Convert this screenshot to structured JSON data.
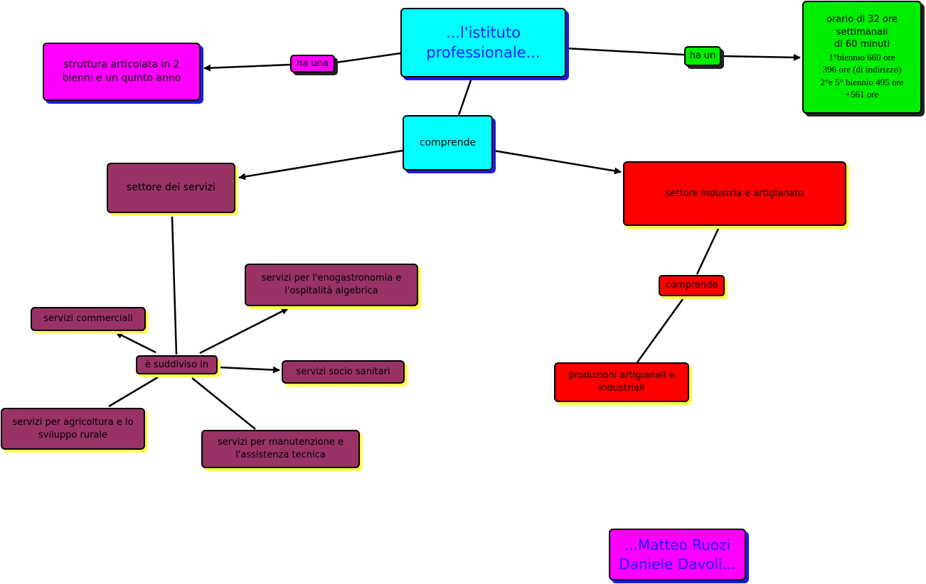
{
  "diagram": {
    "root": "...l'istituto professionale...",
    "struttura": "struttura articolata in 2 bienni e un quinto anno",
    "link_ha_una": "ha una",
    "link_ha_un": "ha un",
    "orario": {
      "line1": "orario di 32 ore",
      "line2": "settimanali",
      "line3": "di 60 minuti",
      "line4": "1°biennio 660 ore",
      "line5": "396 ore (di indirizzo)",
      "line6": "2°e 5° biennio 495 ore",
      "line7": "+561 ore"
    },
    "comprende_main": "comprende",
    "settore_servizi": "settore dei servizi",
    "settore_industria": "settore industria e artigianato",
    "comprende_industria": "comprende",
    "produzioni": "produzioni artigianali e industriali",
    "suddiviso": "è suddiviso in",
    "servizi_enogastronomia": "servizi per l'enogastronomia e l'ospitalità algebrica",
    "servizi_commerciali": "servizi commerciali",
    "servizi_socio": "servizi socio sanitari",
    "servizi_agricoltura": "servizi per agricoltura e lo sviluppo rurale",
    "servizi_manutenzione": "servizi per manutenzione e l'assistenza tecnica",
    "authors": {
      "line1": "...Matteo Ruozi",
      "line2": "Daniele Davoli..."
    }
  },
  "colors": {
    "root": "#00ffff",
    "struttura": "#ff00ff",
    "orario": "#00ee00",
    "industria": "#ff0000",
    "servizi": "#993366",
    "title_text": "#1a1aff"
  }
}
